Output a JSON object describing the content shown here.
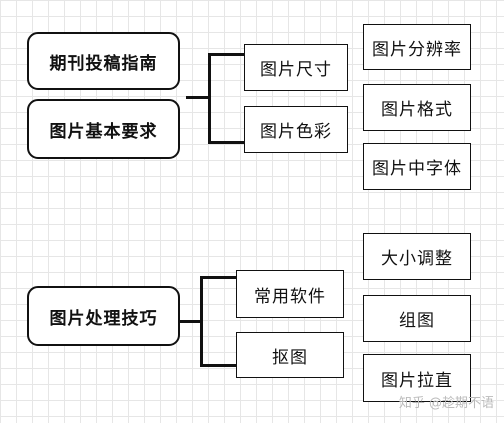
{
  "diagram": {
    "group1": {
      "roots": [
        "期刊投稿指南",
        "图片基本要求"
      ],
      "children": [
        "图片尺寸",
        "图片色彩"
      ],
      "leaves": [
        "图片分辨率",
        "图片格式",
        "图片中字体"
      ]
    },
    "group2": {
      "root": "图片处理技巧",
      "children": [
        "常用软件",
        "抠图"
      ],
      "leaves": [
        "大小调整",
        "组图",
        "图片拉直"
      ]
    }
  },
  "watermark": "知乎 @趁期不语"
}
